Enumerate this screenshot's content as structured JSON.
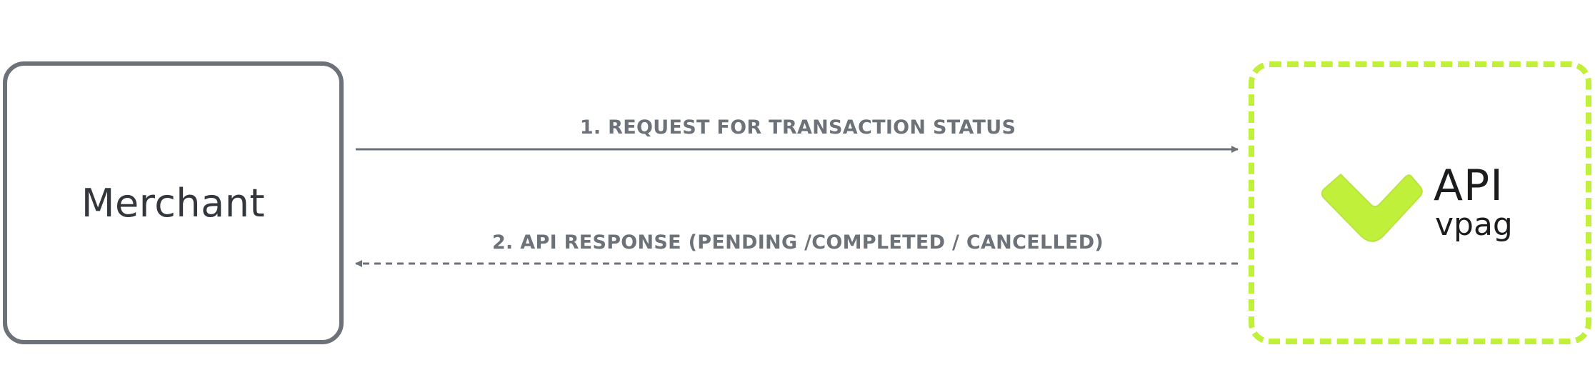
{
  "nodes": {
    "merchant": {
      "label": "Merchant"
    },
    "api": {
      "brand_primary": "API",
      "brand_secondary": "vpag"
    }
  },
  "edges": [
    {
      "from": "merchant",
      "to": "api",
      "label": "1. REQUEST FOR TRANSACTION STATUS",
      "style": "solid"
    },
    {
      "from": "api",
      "to": "merchant",
      "label": "2. API RESPONSE (PENDING /COMPLETED / CANCELLED)",
      "style": "dashed"
    }
  ],
  "colors": {
    "merchant_border": "#6d7278",
    "api_border": "#c0f03a",
    "arrow": "#6d7278",
    "logo_green": "#c0f03a",
    "text_dark": "#33373c"
  },
  "icons": {
    "logo": "vpag-check-logo-icon"
  }
}
